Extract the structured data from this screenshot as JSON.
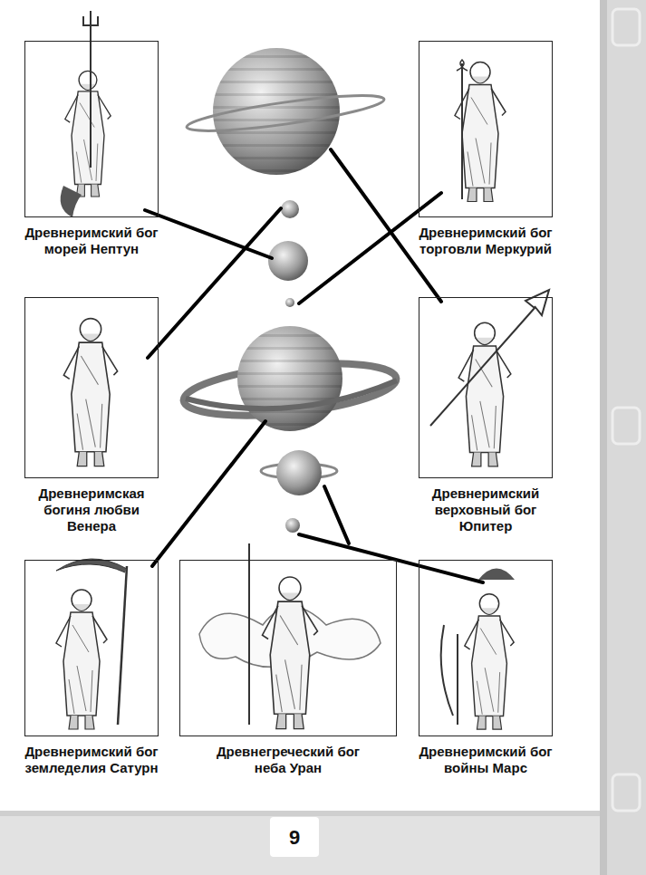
{
  "diagram": {
    "nodes": [
      {
        "text": [
          "Древнеримский бог морей Нептун"
        ]
      },
      {
        "text": [
          "Древнеримский бог торговли Меркурий"
        ]
      },
      {
        "text": [
          "Древнеримская богиня любви Венера"
        ]
      },
      {
        "text": [
          "Древнеримский верховный бог Юпитер"
        ]
      },
      {
        "text": [
          "Древнеримский бог земледелия Сатурн"
        ]
      },
      {
        "text": [
          "Древнегреческий бог неба Уран"
        ]
      },
      {
        "text": [
          "Древнеримский бог войны Марс"
        ]
      }
    ],
    "labels": [
      "9"
    ]
  }
}
